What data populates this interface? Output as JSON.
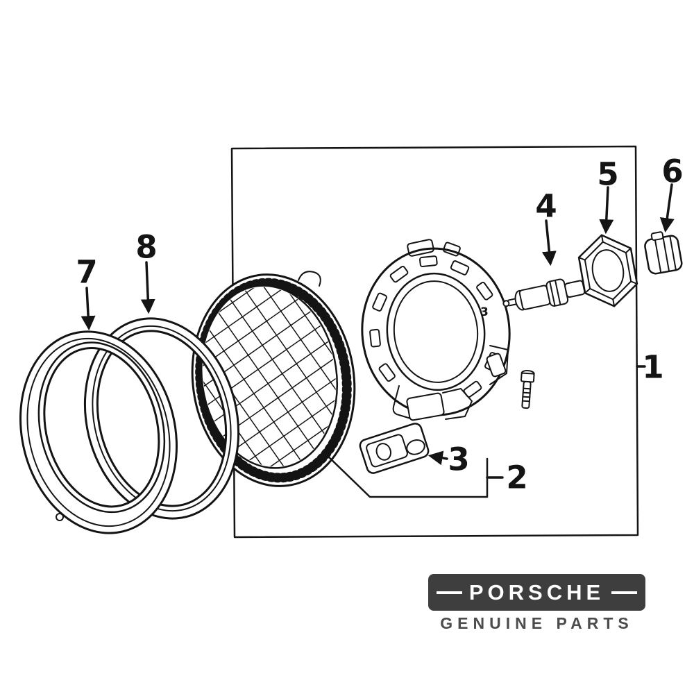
{
  "diagram": {
    "callouts": [
      {
        "label": "1"
      },
      {
        "label": "2"
      },
      {
        "label": "3"
      },
      {
        "label": "4"
      },
      {
        "label": "5"
      },
      {
        "label": "6"
      },
      {
        "label": "7"
      },
      {
        "label": "8"
      }
    ],
    "housing_mark": "3"
  },
  "brand": {
    "name": "PORSCHE",
    "tagline": "GENUINE PARTS"
  },
  "colors": {
    "line": "#141414",
    "logo_bg": "#3e3e3e",
    "logo_text": "#ffffff",
    "tagline_text": "#4c4c4c",
    "background": "#ffffff"
  }
}
